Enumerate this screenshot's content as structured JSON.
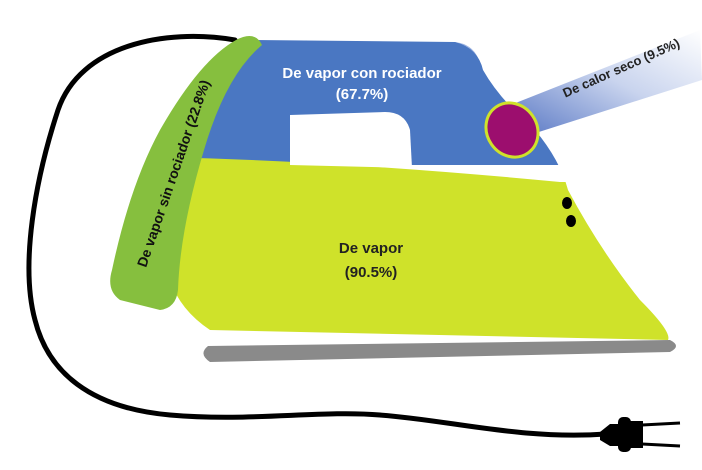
{
  "chart_data": {
    "type": "pictorial",
    "segments": [
      {
        "label": "De vapor",
        "value_text": "(90.5%)",
        "value": 90.5,
        "color": "#cfe22a"
      },
      {
        "label": "De vapor con rociador",
        "value_text": "(67.7%)",
        "value": 67.7,
        "color": "#4a77c2"
      },
      {
        "label": "De vapor sin rociador (22.8%)",
        "value": 22.8,
        "color": "#86bf3e"
      },
      {
        "label": "De calor seco (9.5%)",
        "value": 9.5,
        "color": "#9c0e6e"
      }
    ]
  }
}
